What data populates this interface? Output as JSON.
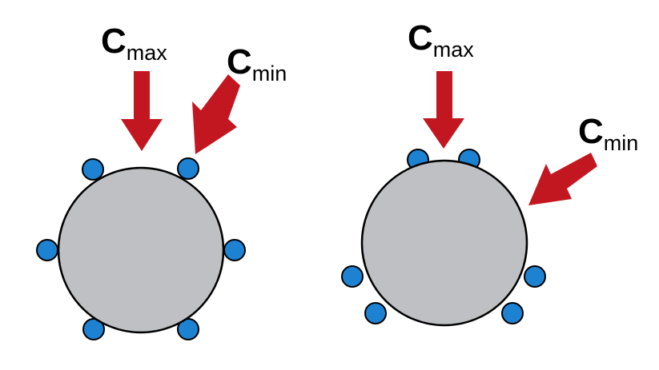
{
  "labels": {
    "c_letter": "C",
    "max_sub": "max",
    "min_sub": "min"
  },
  "colors": {
    "background": "#ffffff",
    "big_circle_fill": "#bfc0c3",
    "big_circle_stroke": "#000000",
    "small_circle_fill": "#1e82d2",
    "small_circle_stroke": "#000000",
    "arrow": "#c21720",
    "text": "#000000"
  }
}
